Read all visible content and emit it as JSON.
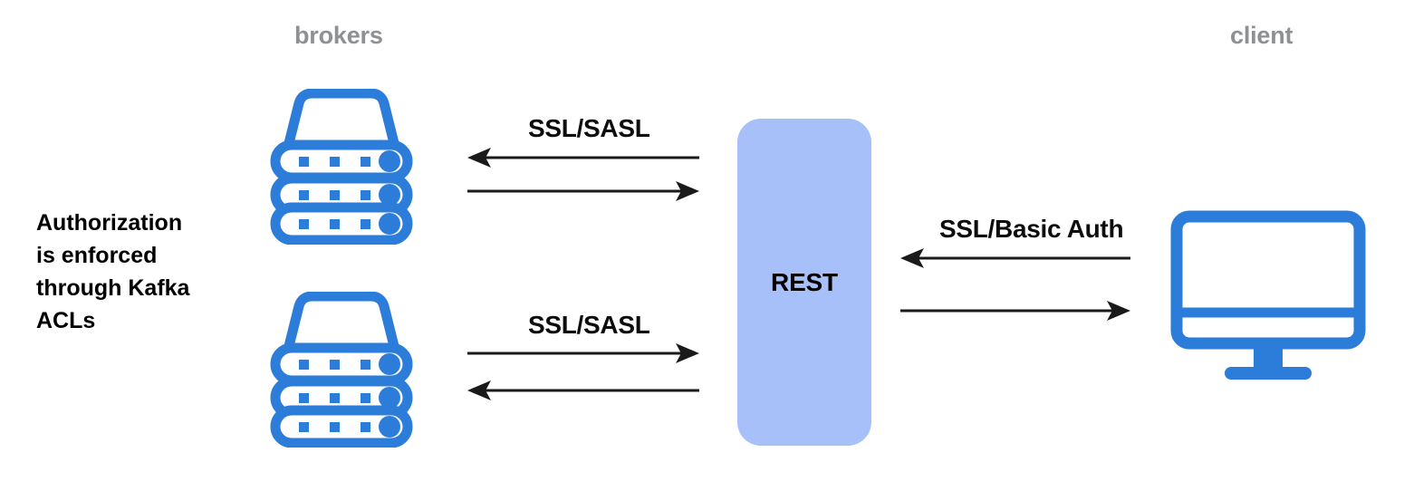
{
  "diagram": {
    "title_nodes": {
      "brokers_label": "brokers",
      "client_label": "client"
    },
    "note": {
      "lines": [
        "Authorization",
        "is enforced",
        "through Kafka",
        "ACLs"
      ]
    },
    "nodes": [
      {
        "name": "broker-stack-top",
        "icon": "server-stack-icon",
        "label": ""
      },
      {
        "name": "broker-stack-bottom",
        "icon": "server-stack-icon",
        "label": ""
      },
      {
        "name": "rest-proxy",
        "icon": "rounded-rect",
        "label": "REST"
      },
      {
        "name": "client-monitor",
        "icon": "monitor-icon",
        "label": ""
      }
    ],
    "connections": [
      {
        "name": "brokers-top-to-rest",
        "label": "SSL/SASL",
        "arrows": [
          {
            "direction": "left",
            "from": "rest-proxy",
            "to": "broker-stack-top"
          },
          {
            "direction": "right",
            "from": "broker-stack-top",
            "to": "rest-proxy"
          }
        ]
      },
      {
        "name": "brokers-bottom-to-rest",
        "label": "SSL/SASL",
        "arrows": [
          {
            "direction": "right",
            "from": "broker-stack-bottom",
            "to": "rest-proxy"
          },
          {
            "direction": "left",
            "from": "rest-proxy",
            "to": "broker-stack-bottom"
          }
        ]
      },
      {
        "name": "rest-to-client",
        "label": "SSL/Basic Auth",
        "arrows": [
          {
            "direction": "left",
            "from": "client-monitor",
            "to": "rest-proxy"
          },
          {
            "direction": "right",
            "from": "rest-proxy",
            "to": "client-monitor"
          }
        ]
      }
    ],
    "colors": {
      "icon_blue": "#2b7dd9",
      "rest_fill": "#a8c0fa",
      "group_label_gray": "#8e9194",
      "arrow_black": "#1a1a1a",
      "background": "#ffffff"
    }
  }
}
